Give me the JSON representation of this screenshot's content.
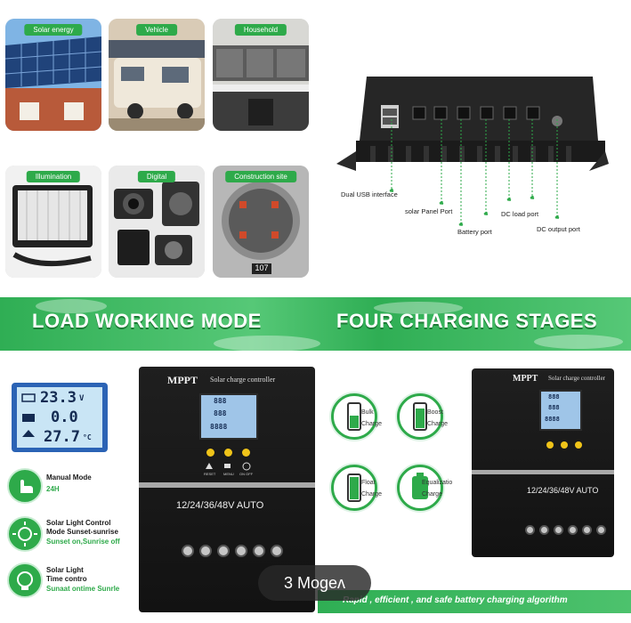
{
  "categories": [
    {
      "label": "Solar energy"
    },
    {
      "label": "Vehicle"
    },
    {
      "label": "Household"
    },
    {
      "label": "Illumination"
    },
    {
      "label": "Digital"
    },
    {
      "label": "Construction site"
    }
  ],
  "construction_meter_number": "107",
  "ports": {
    "usb": "Dual USB interface",
    "solar": "solar Panel Port",
    "battery": "Battery port",
    "dc_load": "DC load port",
    "dc_output": "DC output port"
  },
  "banner": {
    "left": "LOAD WORKING MODE",
    "right": "FOUR CHARGING STAGES"
  },
  "lcd": {
    "row1": "23.3",
    "row2": "0.0",
    "row3": "27.7",
    "row1_unit": "V",
    "row3_unit": "°C"
  },
  "modes": [
    {
      "title": "Manual Mode",
      "subtitle": "24H"
    },
    {
      "title": "Solar Light Control\nMode Sunset-sunrise",
      "subtitle": "Sunset on,Sunrise off"
    },
    {
      "title": "Solar Light\nTime contro",
      "subtitle": "Sunaat ontime Sunrle"
    }
  ],
  "device": {
    "brand": "MPPT",
    "product": "Solar charge controller",
    "voltage": "12/24/36/48V AUTO",
    "buttons": [
      "RESET",
      "MENU",
      "ON OFF"
    ],
    "display": [
      "888",
      "888",
      "8888"
    ]
  },
  "stages": [
    {
      "label": "Bulk\nCharge"
    },
    {
      "label": "Boost\nCharge"
    },
    {
      "label": "Float\nCharge"
    },
    {
      "label": "Equalizatio\nCharge"
    }
  ],
  "tagline": "Rapid , efficient , and safe battery charging algorithm",
  "overlay_text": "3 Mogeʌ",
  "colors": {
    "accent_green": "#2eaa4a",
    "lcd_blue": "#2b63b5",
    "button_yellow": "#f0c419"
  }
}
